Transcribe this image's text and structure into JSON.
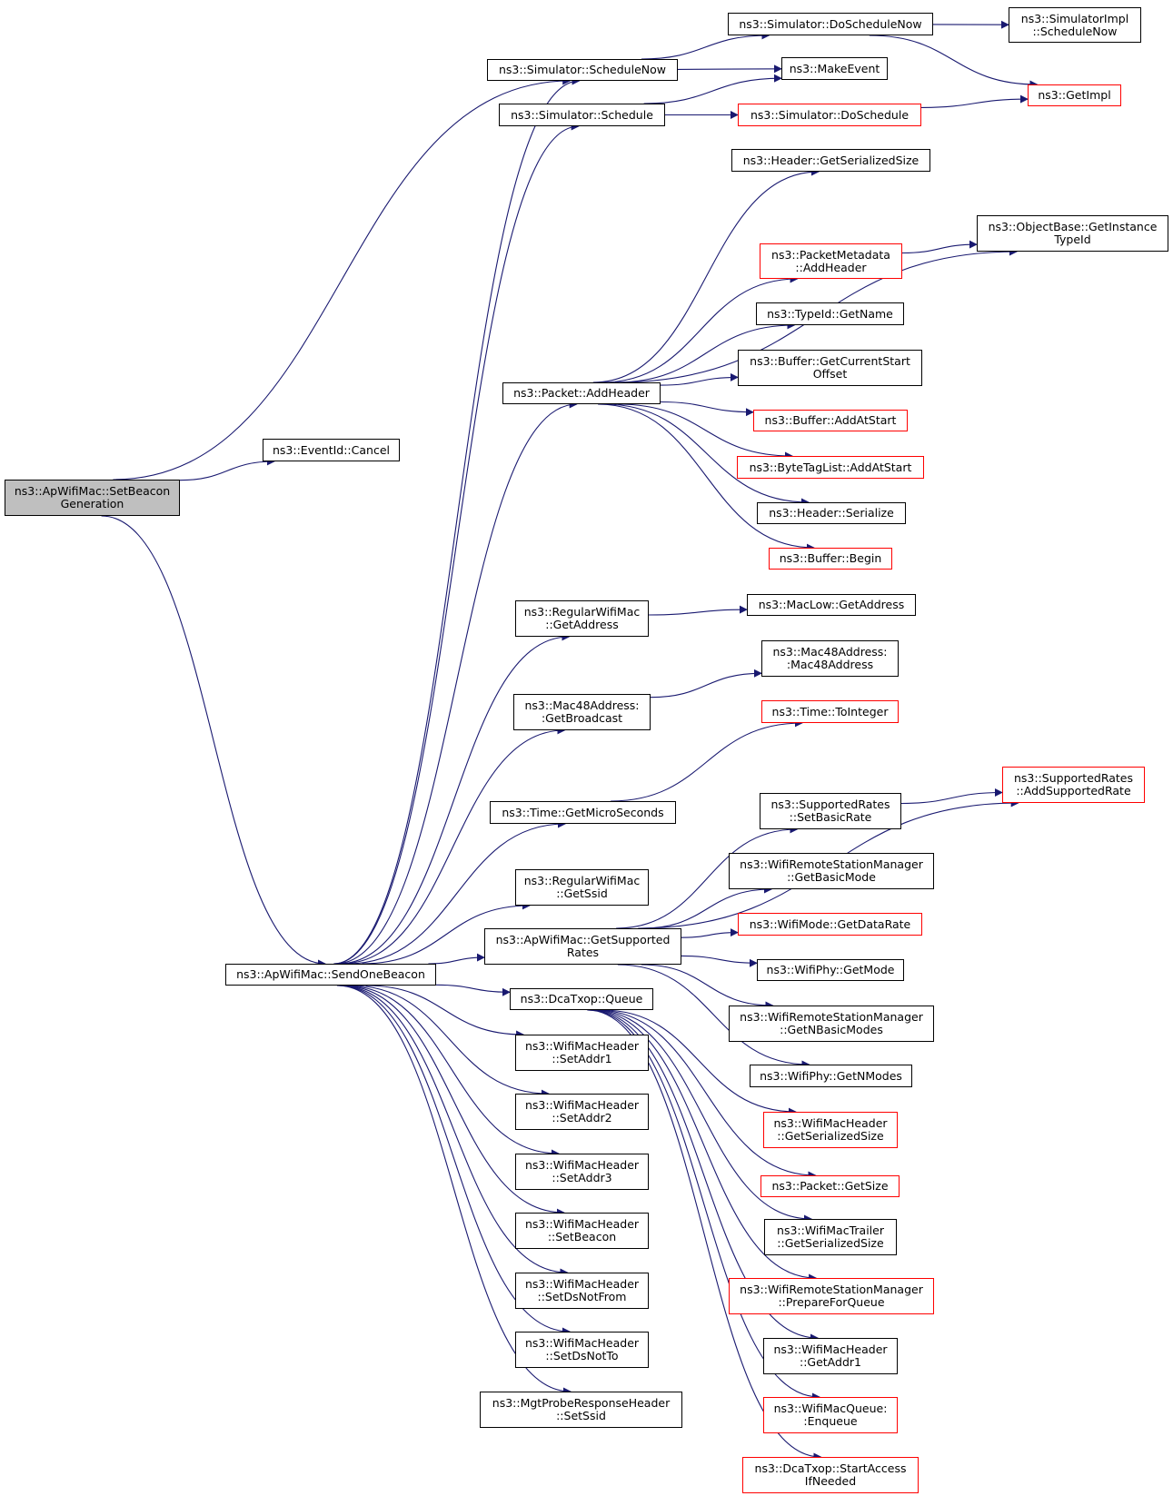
{
  "graph": {
    "colors": {
      "edge": "#191970",
      "border_normal": "#000000",
      "border_truncated": "#ff0000",
      "root_fill": "#bfbfbf"
    },
    "nodes": {
      "setbeacon": {
        "label": "ns3::ApWifiMac::SetBeacon\nGeneration",
        "style": "root"
      },
      "cancel": {
        "label": "ns3::EventId::Cancel",
        "style": "normal"
      },
      "sendone": {
        "label": "ns3::ApWifiMac::SendOneBeacon",
        "style": "normal"
      },
      "schednow": {
        "label": "ns3::Simulator::ScheduleNow",
        "style": "normal"
      },
      "sched": {
        "label": "ns3::Simulator::Schedule",
        "style": "normal"
      },
      "doschednow": {
        "label": "ns3::Simulator::DoScheduleNow",
        "style": "normal"
      },
      "implschednow": {
        "label": "ns3::SimulatorImpl\n::ScheduleNow",
        "style": "normal"
      },
      "makeevent": {
        "label": "ns3::MakeEvent",
        "style": "normal"
      },
      "getimpl": {
        "label": "ns3::GetImpl",
        "style": "truncated"
      },
      "dosched": {
        "label": "ns3::Simulator::DoSchedule",
        "style": "truncated"
      },
      "hdrsersize": {
        "label": "ns3::Header::GetSerializedSize",
        "style": "normal"
      },
      "getinst": {
        "label": "ns3::ObjectBase::GetInstance\nTypeId",
        "style": "normal"
      },
      "pmaddhdr": {
        "label": "ns3::PacketMetadata\n::AddHeader",
        "style": "truncated"
      },
      "typeidname": {
        "label": "ns3::TypeId::GetName",
        "style": "normal"
      },
      "bufcuroff": {
        "label": "ns3::Buffer::GetCurrentStart\nOffset",
        "style": "normal"
      },
      "pktaddhdr": {
        "label": "ns3::Packet::AddHeader",
        "style": "normal"
      },
      "bufaddstart": {
        "label": "ns3::Buffer::AddAtStart",
        "style": "truncated"
      },
      "btladdstart": {
        "label": "ns3::ByteTagList::AddAtStart",
        "style": "truncated"
      },
      "hdrser": {
        "label": "ns3::Header::Serialize",
        "style": "normal"
      },
      "bufbegin": {
        "label": "ns3::Buffer::Begin",
        "style": "truncated"
      },
      "regaddr": {
        "label": "ns3::RegularWifiMac\n::GetAddress",
        "style": "normal"
      },
      "maclowaddr": {
        "label": "ns3::MacLow::GetAddress",
        "style": "normal"
      },
      "mac48ctor": {
        "label": "ns3::Mac48Address:\n:Mac48Address",
        "style": "normal"
      },
      "mac48bcast": {
        "label": "ns3::Mac48Address:\n:GetBroadcast",
        "style": "normal"
      },
      "toint": {
        "label": "ns3::Time::ToInteger",
        "style": "truncated"
      },
      "getmicro": {
        "label": "ns3::Time::GetMicroSeconds",
        "style": "normal"
      },
      "addsuprate": {
        "label": "ns3::SupportedRates\n::AddSupportedRate",
        "style": "truncated"
      },
      "setbasicrate": {
        "label": "ns3::SupportedRates\n::SetBasicRate",
        "style": "normal"
      },
      "getbasicmode": {
        "label": "ns3::WifiRemoteStationManager\n::GetBasicMode",
        "style": "normal"
      },
      "regssid": {
        "label": "ns3::RegularWifiMac\n::GetSsid",
        "style": "normal"
      },
      "getdatarate": {
        "label": "ns3::WifiMode::GetDataRate",
        "style": "truncated"
      },
      "getsuprates": {
        "label": "ns3::ApWifiMac::GetSupported\nRates",
        "style": "normal"
      },
      "phygetmode": {
        "label": "ns3::WifiPhy::GetMode",
        "style": "normal"
      },
      "dcaqueue": {
        "label": "ns3::DcaTxop::Queue",
        "style": "normal"
      },
      "getnbasic": {
        "label": "ns3::WifiRemoteStationManager\n::GetNBasicModes",
        "style": "normal"
      },
      "setaddr1": {
        "label": "ns3::WifiMacHeader\n::SetAddr1",
        "style": "normal"
      },
      "phygetnmodes": {
        "label": "ns3::WifiPhy::GetNModes",
        "style": "normal"
      },
      "machdrsersize": {
        "label": "ns3::WifiMacHeader\n::GetSerializedSize",
        "style": "truncated"
      },
      "setaddr2": {
        "label": "ns3::WifiMacHeader\n::SetAddr2",
        "style": "normal"
      },
      "pktgetsize": {
        "label": "ns3::Packet::GetSize",
        "style": "truncated"
      },
      "setaddr3": {
        "label": "ns3::WifiMacHeader\n::SetAddr3",
        "style": "normal"
      },
      "trailersersize": {
        "label": "ns3::WifiMacTrailer\n::GetSerializedSize",
        "style": "normal"
      },
      "setbeaconhdr": {
        "label": "ns3::WifiMacHeader\n::SetBeacon",
        "style": "normal"
      },
      "prepqueue": {
        "label": "ns3::WifiRemoteStationManager\n::PrepareForQueue",
        "style": "truncated"
      },
      "setdsnotfrom": {
        "label": "ns3::WifiMacHeader\n::SetDsNotFrom",
        "style": "normal"
      },
      "getaddr1": {
        "label": "ns3::WifiMacHeader\n::GetAddr1",
        "style": "normal"
      },
      "setdsnotto": {
        "label": "ns3::WifiMacHeader\n::SetDsNotTo",
        "style": "normal"
      },
      "enqueue": {
        "label": "ns3::WifiMacQueue:\n:Enqueue",
        "style": "truncated"
      },
      "probessid": {
        "label": "ns3::MgtProbeResponseHeader\n::SetSsid",
        "style": "normal"
      },
      "startaccess": {
        "label": "ns3::DcaTxop::StartAccess\nIfNeeded",
        "style": "truncated"
      }
    },
    "edges": [
      [
        "setbeacon",
        "cancel"
      ],
      [
        "setbeacon",
        "schednow"
      ],
      [
        "setbeacon",
        "sendone"
      ],
      [
        "schednow",
        "doschednow"
      ],
      [
        "schednow",
        "makeevent"
      ],
      [
        "sched",
        "makeevent"
      ],
      [
        "sched",
        "dosched"
      ],
      [
        "doschednow",
        "implschednow"
      ],
      [
        "doschednow",
        "getimpl"
      ],
      [
        "dosched",
        "getimpl"
      ],
      [
        "pmaddhdr",
        "getinst"
      ],
      [
        "setbasicrate",
        "addsuprate"
      ],
      [
        "pktaddhdr",
        "hdrsersize"
      ],
      [
        "pktaddhdr",
        "getinst"
      ],
      [
        "pktaddhdr",
        "pmaddhdr"
      ],
      [
        "pktaddhdr",
        "typeidname"
      ],
      [
        "pktaddhdr",
        "bufcuroff"
      ],
      [
        "pktaddhdr",
        "bufaddstart"
      ],
      [
        "pktaddhdr",
        "btladdstart"
      ],
      [
        "pktaddhdr",
        "hdrser"
      ],
      [
        "pktaddhdr",
        "bufbegin"
      ],
      [
        "regaddr",
        "maclowaddr"
      ],
      [
        "mac48bcast",
        "mac48ctor"
      ],
      [
        "getmicro",
        "toint"
      ],
      [
        "sendone",
        "schednow"
      ],
      [
        "sendone",
        "sched"
      ],
      [
        "sendone",
        "pktaddhdr"
      ],
      [
        "sendone",
        "regaddr"
      ],
      [
        "sendone",
        "mac48bcast"
      ],
      [
        "sendone",
        "getmicro"
      ],
      [
        "sendone",
        "regssid"
      ],
      [
        "sendone",
        "getsuprates"
      ],
      [
        "sendone",
        "dcaqueue"
      ],
      [
        "sendone",
        "setaddr1"
      ],
      [
        "sendone",
        "setaddr2"
      ],
      [
        "sendone",
        "setaddr3"
      ],
      [
        "sendone",
        "setbeaconhdr"
      ],
      [
        "sendone",
        "setdsnotfrom"
      ],
      [
        "sendone",
        "setdsnotto"
      ],
      [
        "sendone",
        "probessid"
      ],
      [
        "getsuprates",
        "addsuprate"
      ],
      [
        "getsuprates",
        "setbasicrate"
      ],
      [
        "getsuprates",
        "getbasicmode"
      ],
      [
        "getsuprates",
        "getdatarate"
      ],
      [
        "getsuprates",
        "phygetmode"
      ],
      [
        "getsuprates",
        "getnbasic"
      ],
      [
        "getsuprates",
        "phygetnmodes"
      ],
      [
        "dcaqueue",
        "machdrsersize"
      ],
      [
        "dcaqueue",
        "pktgetsize"
      ],
      [
        "dcaqueue",
        "trailersersize"
      ],
      [
        "dcaqueue",
        "prepqueue"
      ],
      [
        "dcaqueue",
        "getaddr1"
      ],
      [
        "dcaqueue",
        "enqueue"
      ],
      [
        "dcaqueue",
        "startaccess"
      ]
    ]
  }
}
